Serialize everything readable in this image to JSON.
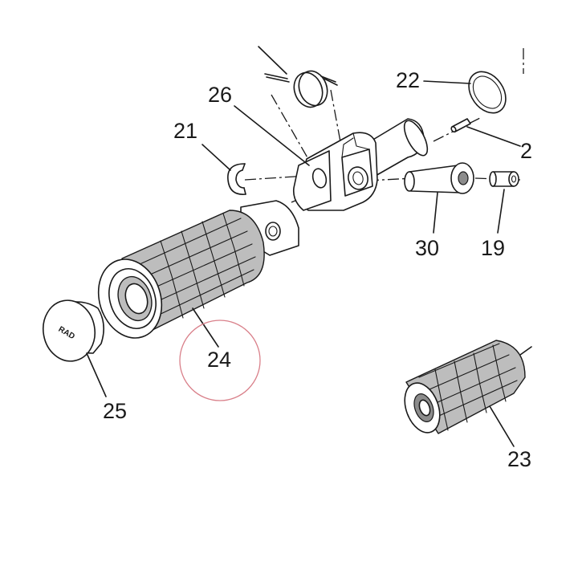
{
  "diagram": {
    "callouts": [
      {
        "id": "c19",
        "text": "19"
      },
      {
        "id": "c20",
        "text": "2"
      },
      {
        "id": "c21",
        "text": "21"
      },
      {
        "id": "c22",
        "text": "22"
      },
      {
        "id": "c23",
        "text": "23"
      },
      {
        "id": "c24",
        "text": "24"
      },
      {
        "id": "c25",
        "text": "25"
      },
      {
        "id": "c26",
        "text": "26"
      },
      {
        "id": "c30",
        "text": "30"
      }
    ],
    "highlight_color": "#d9808a",
    "cap_logo": "RAD"
  }
}
